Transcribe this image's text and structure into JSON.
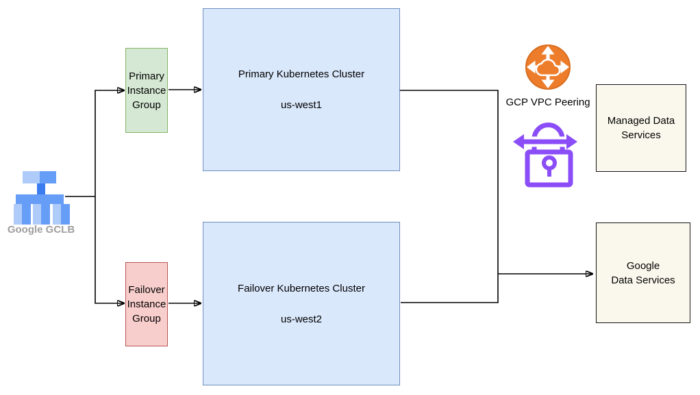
{
  "colors": {
    "canvas": "#ffffff",
    "text": "#000000",
    "connector": "#000000",
    "green-fill": "#d5e8d4",
    "green-stroke": "#82b366",
    "red-fill": "#f8cecc",
    "red-stroke": "#b85450",
    "blue-fill": "#dae8fc",
    "blue-stroke": "#6c8ebf",
    "cream-fill": "#faf8ec",
    "cream-stroke": "#141414",
    "purple": "#8b4df7",
    "orange": "#ed7d2b",
    "orange-dark": "#d96d1f",
    "gclb-light": "#aecbfa",
    "gclb-mid": "#669df6",
    "gclb-stem": "#3b7cf0",
    "gray-label": "#9e9e9e"
  },
  "nodes": {
    "gclb": {
      "label": "Google GCLB",
      "icon": "load-balancer-icon"
    },
    "primary_instance_group": {
      "label": "Primary\nInstance\nGroup"
    },
    "failover_instance_group": {
      "label": "Failover\nInstance\nGroup"
    },
    "primary_cluster": {
      "title": "Primary Kubernetes Cluster",
      "region": "us-west1"
    },
    "failover_cluster": {
      "title": "Failover Kubernetes Cluster",
      "region": "us-west2"
    },
    "vpc_peering": {
      "label": "GCP VPC Peering",
      "icon": "vpc-peering-icon"
    },
    "vpn_lock": {
      "icon": "lock-double-arrow-icon"
    },
    "managed_data_services": {
      "label": "Managed Data\nServices"
    },
    "google_data_services": {
      "label": "Google\nData Services"
    }
  }
}
